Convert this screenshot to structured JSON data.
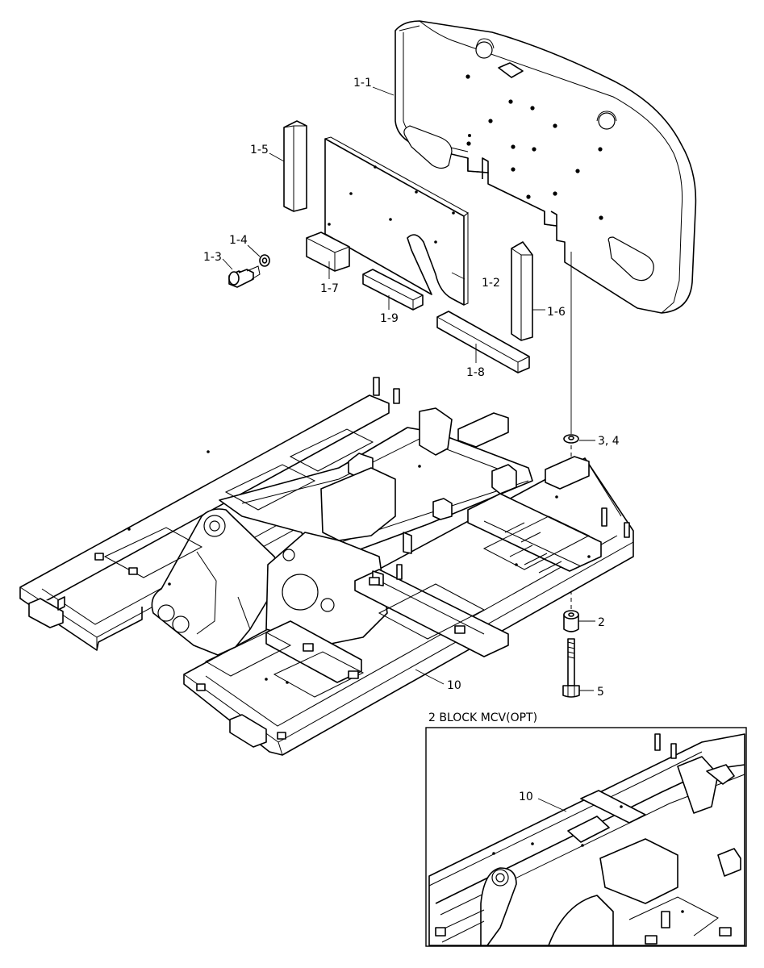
{
  "callouts": {
    "p1_1": "1-1",
    "p1_2": "1-2",
    "p1_3": "1-3",
    "p1_4": "1-4",
    "p1_5": "1-5",
    "p1_6": "1-6",
    "p1_7": "1-7",
    "p1_8": "1-8",
    "p1_9": "1-9",
    "p2": "2",
    "p3_4": "3, 4",
    "p5": "5",
    "p10": "10",
    "inset_p10": "10"
  },
  "inset": {
    "title": "2 BLOCK MCV(OPT)"
  }
}
